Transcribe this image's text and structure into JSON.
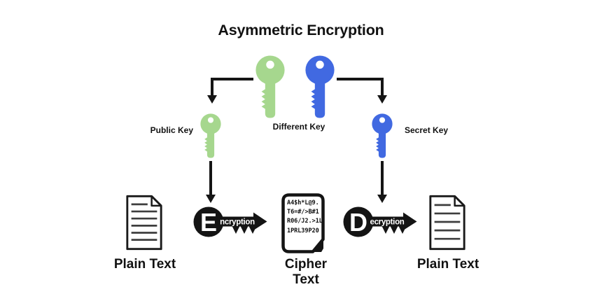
{
  "title": "Asymmetric Encryption",
  "colors": {
    "public_key_green": "#a6d78e",
    "secret_key_blue": "#4169e1",
    "process_key_black": "#141414"
  },
  "keys": {
    "different_key_label": "Different Key",
    "public_key_label": "Public Key",
    "secret_key_label": "Secret Key"
  },
  "process": {
    "encryption_initial": "E",
    "encryption_rest": "ncryption",
    "decryption_initial": "D",
    "decryption_rest": "ecryption"
  },
  "documents": {
    "plain_text_left_label": "Plain Text",
    "cipher_text_label": "Cipher Text",
    "plain_text_right_label": "Plain Text",
    "cipher_lines": [
      "A4$h*L@9.",
      "T6=#/>B#1",
      "R06/J2.>1L",
      "1PRL39P20"
    ]
  }
}
